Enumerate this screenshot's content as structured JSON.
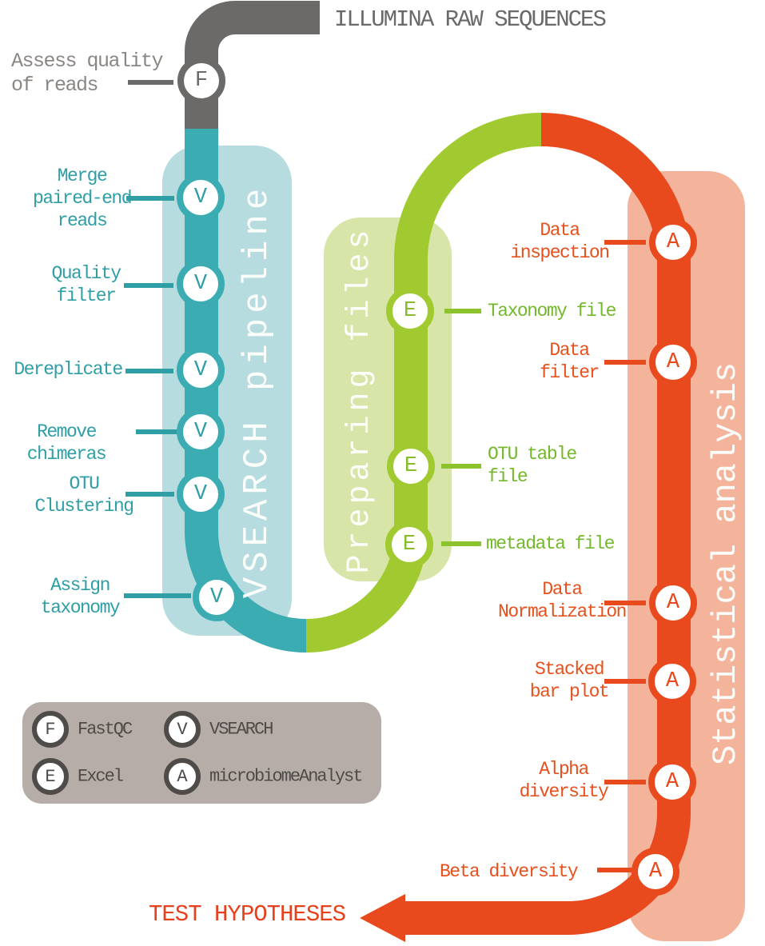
{
  "header": {
    "title": "ILLUMINA RAW SEQUENCES"
  },
  "colors": {
    "gray_pipe": "#6b6a68",
    "teal_pipe": "#3aacb2",
    "teal_box": "#b7dce0",
    "teal_text": "#2f9fa5",
    "green_pipe": "#a0ca2f",
    "green_box": "#d7e5a8",
    "green_text": "#74b82c",
    "red_pipe": "#e8491d",
    "pink_box": "#f4b49c",
    "red_text": "#e6511d",
    "legend_bg": "#b6ada8",
    "legend_fg": "#4e4a47",
    "stage_label_text": "#fbfdfb"
  },
  "stages": [
    {
      "name": "VSEARCH pipeline"
    },
    {
      "name": "Preparing files"
    },
    {
      "name": "Statistical analysis"
    }
  ],
  "steps": {
    "fastqc": {
      "label": "Assess quality\nof reads",
      "tool": "F"
    },
    "vsearch": [
      {
        "label": "Merge\npaired-end\nreads",
        "tool": "V"
      },
      {
        "label": "Quality\nfilter",
        "tool": "V"
      },
      {
        "label": "Dereplicate",
        "tool": "V"
      },
      {
        "label": "Remove chimeras",
        "tool": "V"
      },
      {
        "label": "OTU\nClustering",
        "tool": "V"
      },
      {
        "label": "Assign\ntaxonomy",
        "tool": "V"
      }
    ],
    "excel": [
      {
        "label": "Taxonomy file",
        "tool": "E"
      },
      {
        "label": "OTU table\nfile",
        "tool": "E"
      },
      {
        "label": "metadata file",
        "tool": "E"
      }
    ],
    "analyst": [
      {
        "label": "Data\ninspection",
        "tool": "A"
      },
      {
        "label": "Data\nfilter",
        "tool": "A"
      },
      {
        "label": "Data\nNormalization",
        "tool": "A"
      },
      {
        "label": "Stacked\nbar plot",
        "tool": "A"
      },
      {
        "label": "Alpha\ndiversity",
        "tool": "A"
      },
      {
        "label": "Beta diversity",
        "tool": "A"
      }
    ]
  },
  "legend": {
    "items": [
      {
        "letter": "F",
        "name": "FastQC"
      },
      {
        "letter": "V",
        "name": "VSEARCH"
      },
      {
        "letter": "E",
        "name": "Excel"
      },
      {
        "letter": "A",
        "name": "microbiomeAnalyst"
      }
    ]
  },
  "footer": {
    "label": "TEST HYPOTHESES"
  }
}
